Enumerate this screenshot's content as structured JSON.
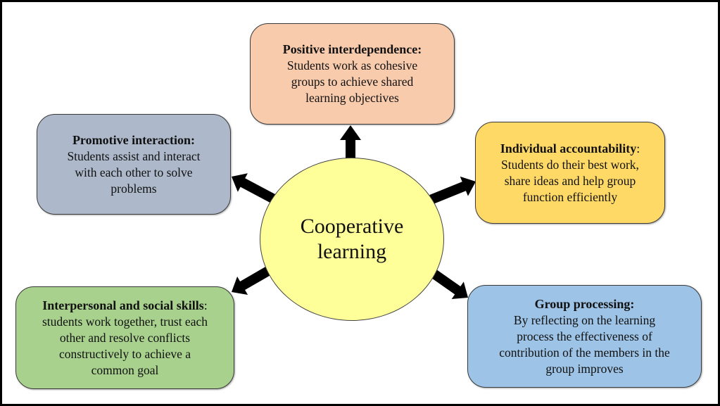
{
  "diagram": {
    "center": {
      "label": "Cooperative\nlearning",
      "color": "#FFFF99"
    },
    "nodes": [
      {
        "id": "positive-interdependence",
        "title": "Positive interdependence:",
        "title_bold": "Positive interdependence:",
        "title_suffix": "",
        "body": "Students work as cohesive\ngroups to achieve shared\nlearning objectives",
        "color": "#F8CBAD"
      },
      {
        "id": "promotive-interaction",
        "title_bold": "Promotive interaction:",
        "title_suffix": "",
        "body": "Students assist and interact\nwith each other to solve\nproblems",
        "color": "#ADB9CA"
      },
      {
        "id": "individual-accountability",
        "title_bold": "Individual accountability",
        "title_suffix": ":",
        "body": "Students do their best work,\nshare ideas and help group\nfunction efficiently",
        "color": "#FFD966"
      },
      {
        "id": "interpersonal-social-skills",
        "title_bold": "Interpersonal and social skills",
        "title_suffix": ":",
        "body": "students work together, trust each\nother and resolve conflicts\nconstructively  to achieve a\ncommon goal",
        "color": "#A9D18E"
      },
      {
        "id": "group-processing",
        "title_bold": "Group processing:",
        "title_suffix": "",
        "body": "By reflecting on the learning\nprocess the effectiveness of\ncontribution of the members in the\ngroup improves",
        "color": "#9DC3E6"
      }
    ],
    "arrow_color": "#000000",
    "border_color": "#000000"
  }
}
